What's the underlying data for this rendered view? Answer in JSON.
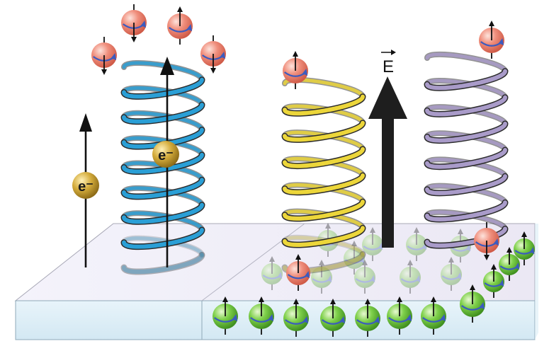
{
  "labels": {
    "field": "E",
    "electron_left": "e⁻",
    "electron_helix": "e⁻"
  },
  "colors": {
    "spin_particle": "#ee7c6a",
    "substrate_spin": "#6cc23a",
    "electron": "#c9a233",
    "helix_blue": "#2a9fd6",
    "helix_yellow": "#ecd63a",
    "helix_purple": "#a99bc9",
    "slab_top": "#f1f0f8",
    "slab_front": "#dcedf6",
    "spin_arrow": "#3b5bbf"
  }
}
